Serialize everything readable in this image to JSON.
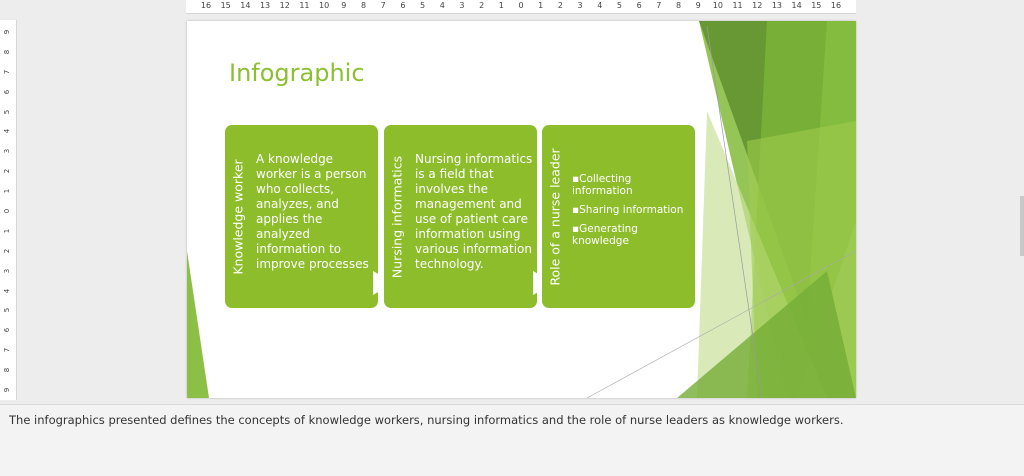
{
  "ruler": {
    "horizontal": [
      "16",
      "15",
      "14",
      "13",
      "12",
      "11",
      "10",
      "9",
      "8",
      "7",
      "6",
      "5",
      "4",
      "3",
      "2",
      "1",
      "0",
      "1",
      "2",
      "3",
      "4",
      "5",
      "6",
      "7",
      "8",
      "9",
      "10",
      "11",
      "12",
      "13",
      "14",
      "15",
      "16"
    ],
    "vertical": [
      "9",
      "8",
      "7",
      "6",
      "5",
      "4",
      "3",
      "2",
      "1",
      "0",
      "1",
      "2",
      "3",
      "4",
      "5",
      "6",
      "7",
      "8",
      "9"
    ]
  },
  "slide": {
    "title": "Infographic",
    "boxes": [
      {
        "label": "Knowledge worker",
        "text": "A knowledge worker is a person who collects, analyzes, and applies the analyzed information to improve processes"
      },
      {
        "label": "Nursing informatics",
        "text": "Nursing informatics is a field that involves the management and use of patient care information using various information technology."
      },
      {
        "label": "Role of a nurse leader",
        "items": [
          "Collecting information",
          "Sharing information",
          "Generating knowledge"
        ]
      }
    ]
  },
  "notes": {
    "text": "The infographics presented defines the concepts of knowledge workers, nursing informatics and the role of nurse leaders as knowledge workers."
  },
  "colors": {
    "accent": "#8cc032",
    "box": "#8dbd2b",
    "dark_green": "#5f8f2e"
  }
}
